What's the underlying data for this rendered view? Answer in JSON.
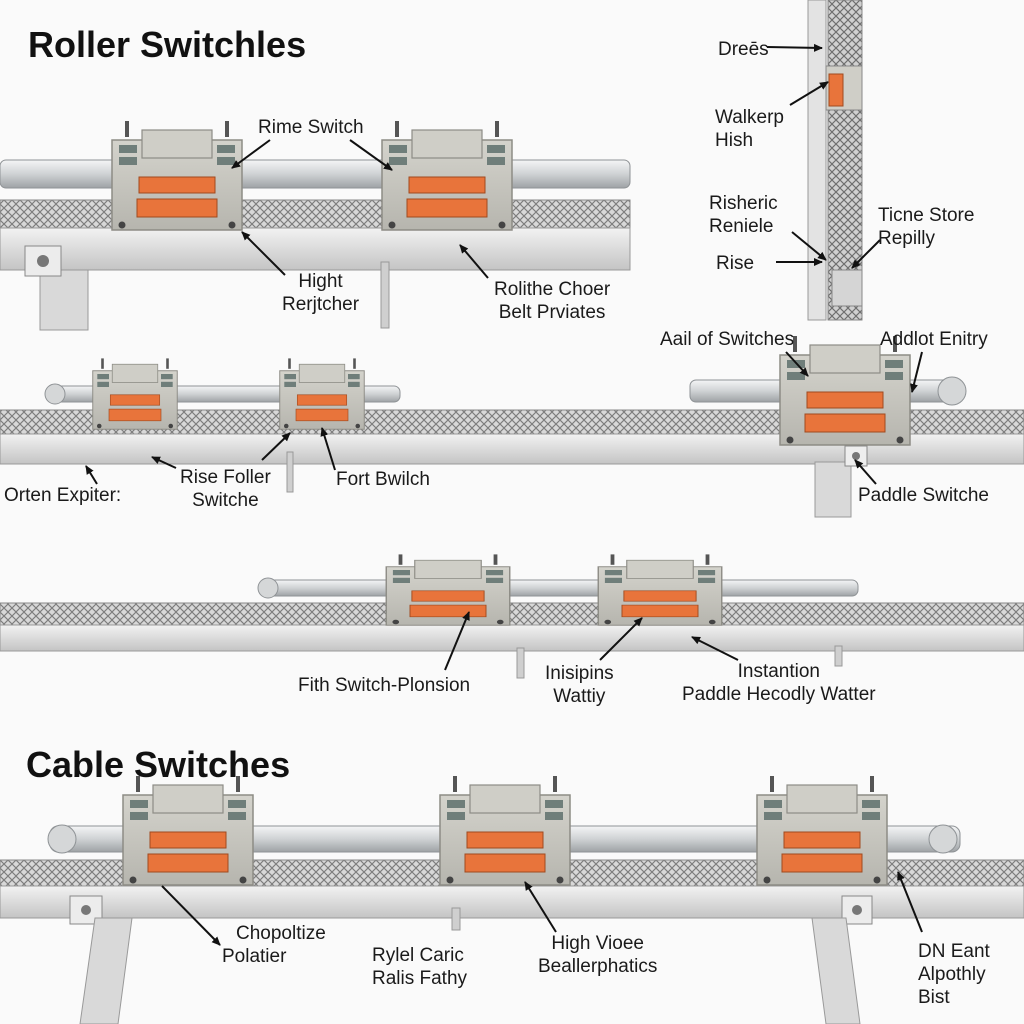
{
  "headings": {
    "roller": "Roller Switchles",
    "cable": "Cable Switches"
  },
  "labels": {
    "rime_switch": "Rime Switch",
    "hight_1": "Hight",
    "hight_2": "Rerjtcher",
    "rolithe_1": "Rolithe Choer",
    "rolithe_2": "Belt Prviates",
    "dress": "Dreēs",
    "walkerp_1": "Walkerp",
    "walkerp_2": "Hish",
    "risheric_1": "Risheric",
    "risheric_2": "Reniele",
    "rise": "Rise",
    "ticne_1": "Ticne Store",
    "ticne_2": "Repilly",
    "aail": "Aail of Switches",
    "addlot": "Addlot Enitry",
    "orten": "Orten Expiter:",
    "rise_foller_1": "Rise Foller",
    "rise_foller_2": "Switche",
    "fort_bwilch": "Fort Bwilch",
    "paddle_switche": "Paddle Switche",
    "fith_switch": "Fith Switch-Plonsion",
    "inisipins_1": "Inisipins",
    "inisipins_2": "Wattiy",
    "instantion_1": "Instantion",
    "instantion_2": "Paddle Hecodly Watter",
    "chopoltize_1": "Chopoltize",
    "chopoltize_2": "Polatier",
    "rylel_1": "Rylel Caric",
    "rylel_2": "Ralis Fathy",
    "high_vioee_1": "High Vioee",
    "high_vioee_2": "Beallerphatics",
    "dn_eant_1": "DN Eant",
    "dn_eant_2": "Alpothly",
    "dn_eant_3": "Bist"
  },
  "colors": {
    "housing": "#c9c8c1",
    "housing_dark": "#a9a8a0",
    "orange": "#e8743b",
    "rail": "#e6e6e6",
    "mesh": "#9a9a9a",
    "pipe": "#d5d7d8"
  }
}
